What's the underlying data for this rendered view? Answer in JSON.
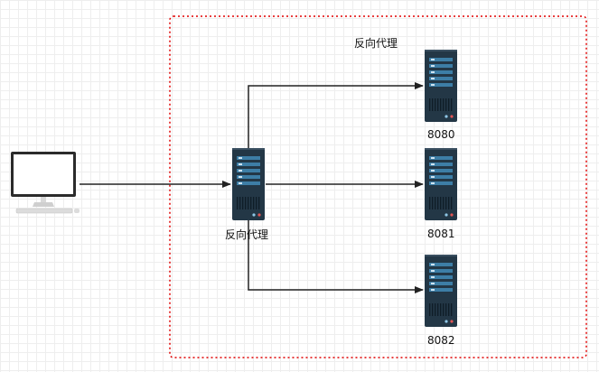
{
  "diagram": {
    "group_title": "反向代理",
    "proxy_label": "反向代理",
    "servers": [
      {
        "label": "8080"
      },
      {
        "label": "8081"
      },
      {
        "label": "8082"
      }
    ]
  },
  "colors": {
    "server_body": "#233746",
    "server_stripe": "#3d7ea6",
    "server_led": "#e05555",
    "boundary": "#e00000",
    "edge": "#222222",
    "monitor_bezel": "#2b2b2b"
  },
  "icons": {
    "client": "desktop-computer-icon",
    "proxy": "server-icon",
    "backend": "server-icon"
  }
}
